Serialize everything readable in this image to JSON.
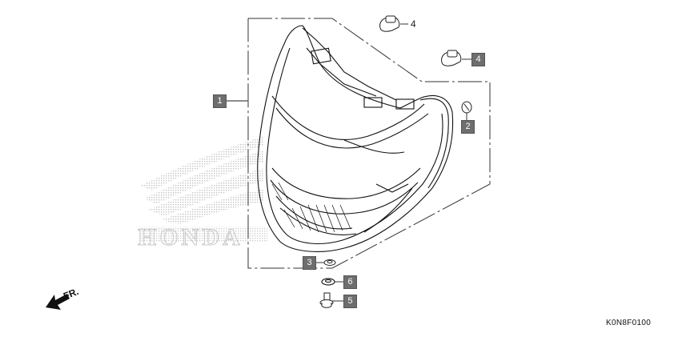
{
  "diagram": {
    "code": "K0N8F0100",
    "direction_label": "FR.",
    "watermark_text": "HONDA",
    "main_assembly": "headlight-assembly",
    "callouts": [
      {
        "id": "1",
        "label": "1",
        "boxed": true,
        "part": "headlight-assembly"
      },
      {
        "id": "2",
        "label": "2",
        "boxed": true,
        "part": "grommet"
      },
      {
        "id": "3",
        "label": "3",
        "boxed": true,
        "part": "clip-nut"
      },
      {
        "id": "4a",
        "label": "4",
        "boxed": false,
        "part": "rubber-mount"
      },
      {
        "id": "4b",
        "label": "4",
        "boxed": true,
        "part": "rubber-mount"
      },
      {
        "id": "5",
        "label": "5",
        "boxed": true,
        "part": "bolt"
      },
      {
        "id": "6",
        "label": "6",
        "boxed": true,
        "part": "washer"
      }
    ],
    "colors": {
      "callout_box": "#6e6e6e",
      "line": "#222222",
      "dashed_line": "#333333",
      "watermark": "#c8c8c8"
    }
  }
}
